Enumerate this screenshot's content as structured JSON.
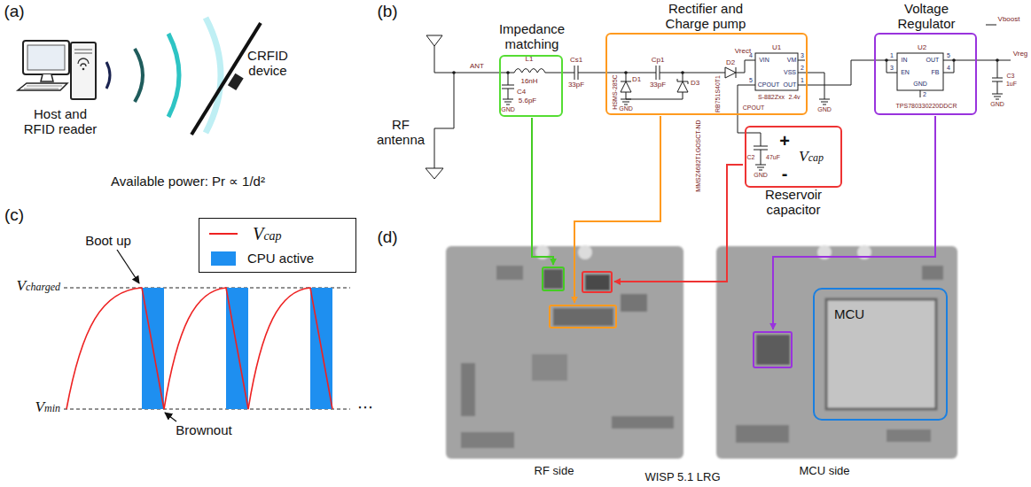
{
  "diagram": {
    "nodes": [
      {
        "text": [
          "Impedance matching"
        ]
      },
      {
        "text": [
          "Rectifier and Charge pump"
        ]
      },
      {
        "text": [
          "Voltage Regulator"
        ]
      },
      {
        "text": [
          "Reservoir capacitor",
          "+",
          "Vcap",
          "-"
        ]
      },
      {
        "text": [
          "MCU"
        ]
      }
    ],
    "labels": [
      "(a)",
      "Host and RFID reader",
      "CRFID device",
      "Available power: Pr ∝ 1/d²",
      "(c)",
      "Vcharged",
      "Vmin",
      "Boot up",
      "Brownout",
      "⋯",
      "(b)",
      "RF antenna",
      "(d)",
      "RF side",
      "WISP 5.1 LRG",
      "MCU side",
      "ANT",
      "L1",
      "16nH",
      "C4",
      "5.6pF",
      "GND",
      "Cs1",
      "33pF",
      "D1",
      "HSMS-285C",
      "GND",
      "Cp1",
      "33pF",
      "D3",
      "MMSZ4682T1GOSCT-ND",
      "D2",
      "RB751S40T1",
      "Vrect",
      "U1",
      "VIN",
      "VM",
      "VSS",
      "CPOUT",
      "OUT",
      "4",
      "3",
      "2",
      "5",
      "1",
      "S-882Zxx",
      "2.4v",
      "CPOUT",
      "GND",
      "C2",
      "47uF",
      "GND",
      "U2",
      "IN",
      "EN",
      "OUT",
      "FB",
      "GND",
      "1",
      "3",
      "5",
      "4",
      "2",
      "TPS780330220DDCR",
      "Vboost",
      "Vreg",
      "C3",
      "1uF",
      "GND"
    ],
    "legend": [
      {
        "text": "Vcap"
      },
      {
        "text": "CPU active",
        "color": "#1e8ff0"
      }
    ]
  }
}
